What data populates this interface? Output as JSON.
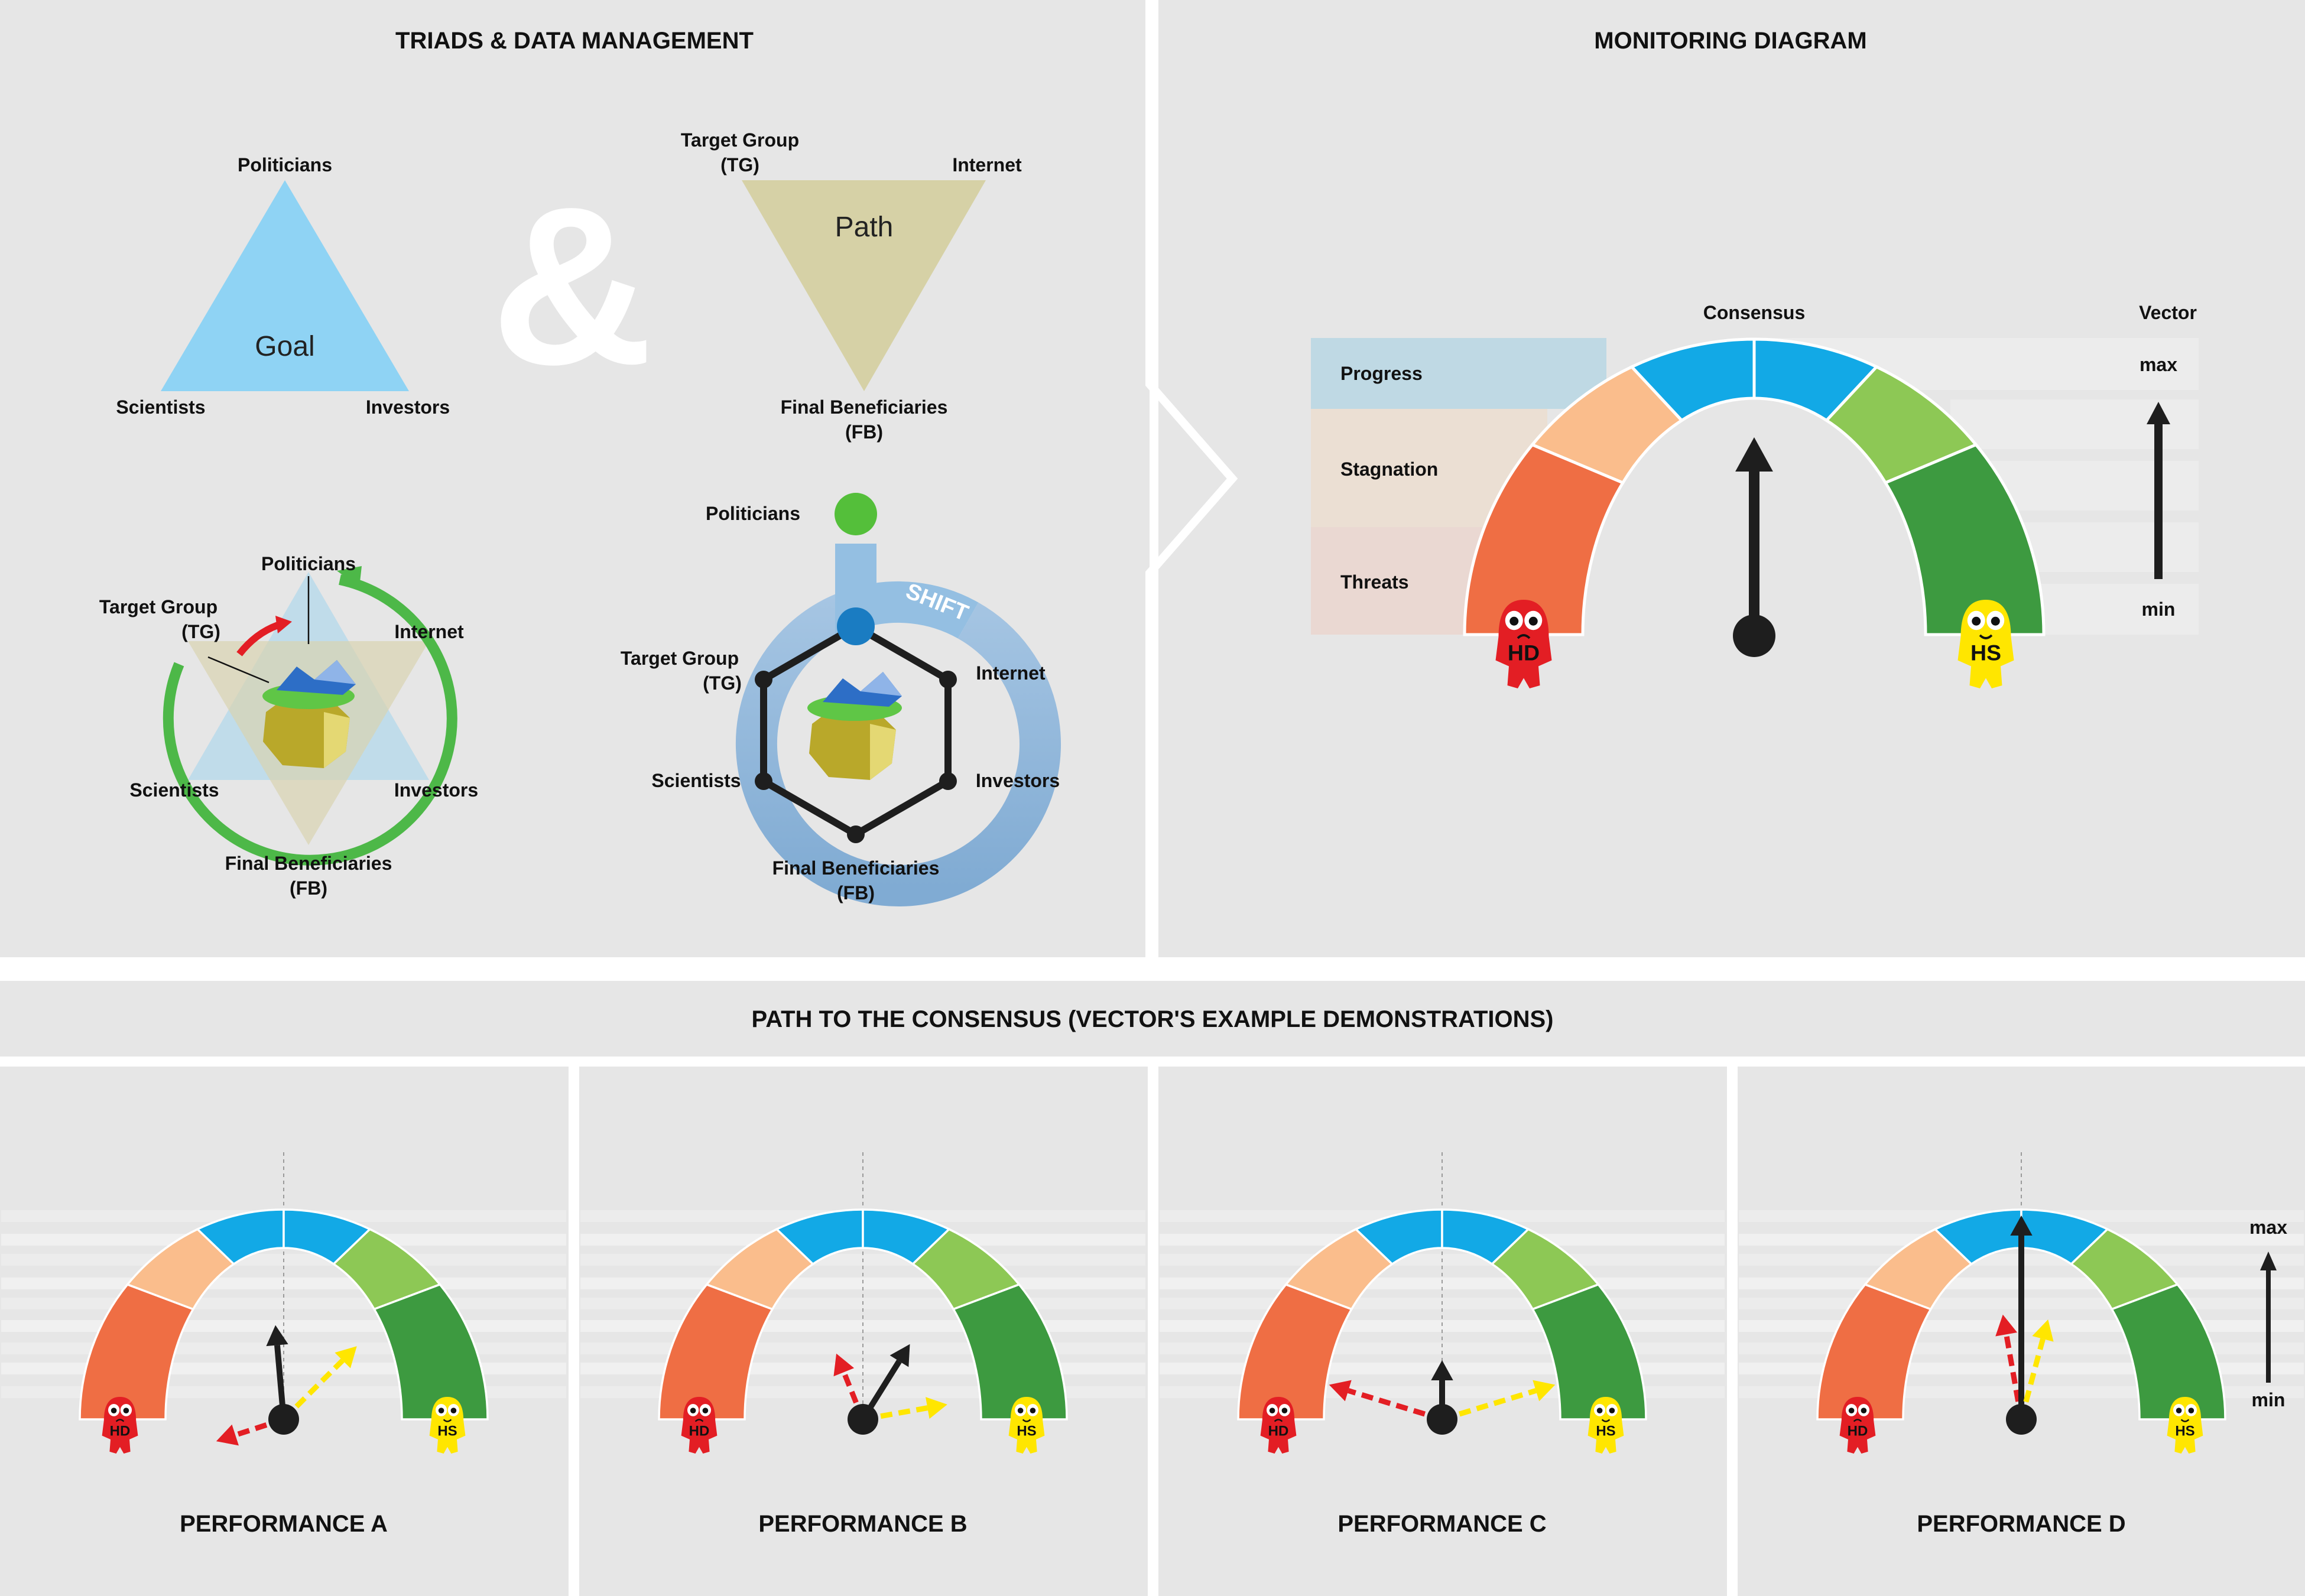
{
  "colors": {
    "panel": "#e6e6e6",
    "goal_triangle": "#8fd3f4",
    "path_triangle": "#d6d1a6",
    "cycle_green": "#4db848",
    "cycle_red": "#e31e24",
    "shift_blue": "#8fb8dc",
    "threats": "#ef6e44",
    "stagnation": "#fabd8c",
    "consensus": "#12a9e6",
    "light_green": "#8dc855",
    "dark_green": "#3d9a40",
    "hd_red": "#e31e24",
    "hs_yellow": "#ffe600",
    "vector_black": "#1e1e1e"
  },
  "triads": {
    "title": "TRIADS & DATA MANAGEMENT",
    "ampersand": "&",
    "goal": {
      "center": "Goal",
      "top": "Politicians",
      "bottom_left": "Scientists",
      "bottom_right": "Investors"
    },
    "path": {
      "center": "Path",
      "top_left": [
        "Target Group",
        "(TG)"
      ],
      "top_right": "Internet",
      "bottom": [
        "Final Beneficiaries",
        "(FB)"
      ]
    },
    "cycle": {
      "politicians": "Politicians",
      "target_group": [
        "Target Group",
        "(TG)"
      ],
      "internet": "Internet",
      "scientists": "Scientists",
      "investors": "Investors",
      "final": [
        "Final Beneficiaries",
        "(FB)"
      ]
    },
    "shift": {
      "label": "SHIFT",
      "politicians": "Politicians",
      "target_group": [
        "Target Group",
        "(TG)"
      ],
      "internet": "Internet",
      "scientists": "Scientists",
      "investors": "Investors",
      "final": [
        "Final Beneficiaries",
        "(FB)"
      ]
    }
  },
  "monitoring": {
    "title": "MONITORING DIAGRAM",
    "consensus": "Consensus",
    "vector": "Vector",
    "max": "max",
    "min": "min",
    "bands": [
      "Progress",
      "Stagnation",
      "Threats"
    ],
    "hd": "HD",
    "hs": "HS"
  },
  "path_section": {
    "title": "PATH TO THE CONSENSUS (VECTOR'S EXAMPLE DEMONSTRATIONS)",
    "max": "max",
    "min": "min",
    "performances": [
      {
        "title": "PERFORMANCE A",
        "hd": "HD",
        "hs": "HS"
      },
      {
        "title": "PERFORMANCE B",
        "hd": "HD",
        "hs": "HS"
      },
      {
        "title": "PERFORMANCE C",
        "hd": "HD",
        "hs": "HS"
      },
      {
        "title": "PERFORMANCE D",
        "hd": "HD",
        "hs": "HS"
      }
    ]
  }
}
